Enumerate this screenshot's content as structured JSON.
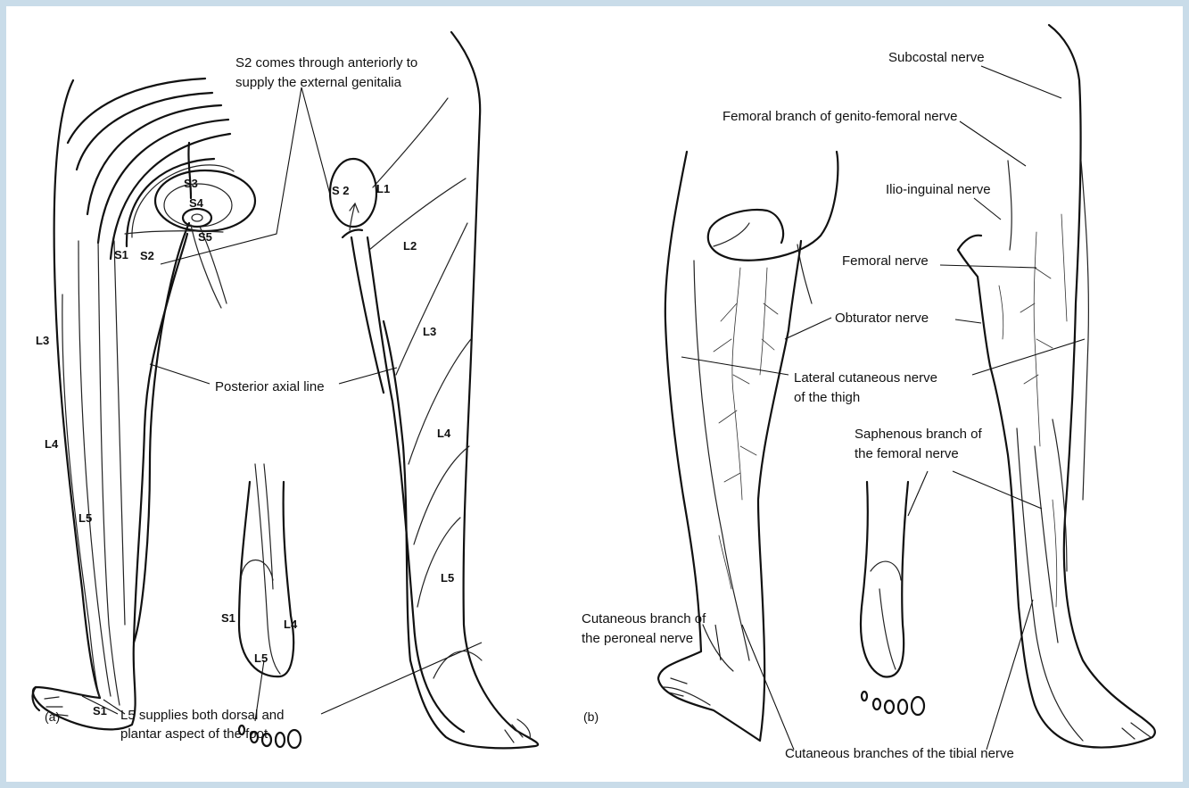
{
  "panel_a": {
    "label": "(a)",
    "annotations": {
      "s2_note_line1": "S2 comes through anteriorly to",
      "s2_note_line2": "supply the external genitalia",
      "posterior_axial_line": "Posterior axial line",
      "l5_note_line1": "L5 supplies both dorsal and",
      "l5_note_line2": "plantar aspect of the foot"
    },
    "segments": {
      "s3": "S3",
      "s4": "S4",
      "s5": "S5",
      "s1_back": "S1",
      "s2_back": "S2",
      "l3_back": "L3",
      "l4_back": "L4",
      "l5_back": "L5",
      "s1_heel": "S1",
      "s2_front": "S 2",
      "l1_front": "L1",
      "l2_front": "L2",
      "l3_front": "L3",
      "l4_front": "L4",
      "l5_front": "L5",
      "s1_sole": "S1",
      "l4_sole": "L4",
      "l5_sole": "L5"
    }
  },
  "panel_b": {
    "label": "(b)",
    "annotations": {
      "subcostal": "Subcostal nerve",
      "genito_femoral": "Femoral branch of genito-femoral nerve",
      "ilio_inguinal": "Ilio-inguinal nerve",
      "femoral": "Femoral nerve",
      "obturator": "Obturator nerve",
      "lateral_cut_line1": "Lateral cutaneous nerve",
      "lateral_cut_line2": "of the thigh",
      "saphenous_line1": "Saphenous branch of",
      "saphenous_line2": "the femoral nerve",
      "peroneal_line1": "Cutaneous branch of",
      "peroneal_line2": "the peroneal nerve",
      "tibial": "Cutaneous branches of the tibial nerve"
    }
  }
}
